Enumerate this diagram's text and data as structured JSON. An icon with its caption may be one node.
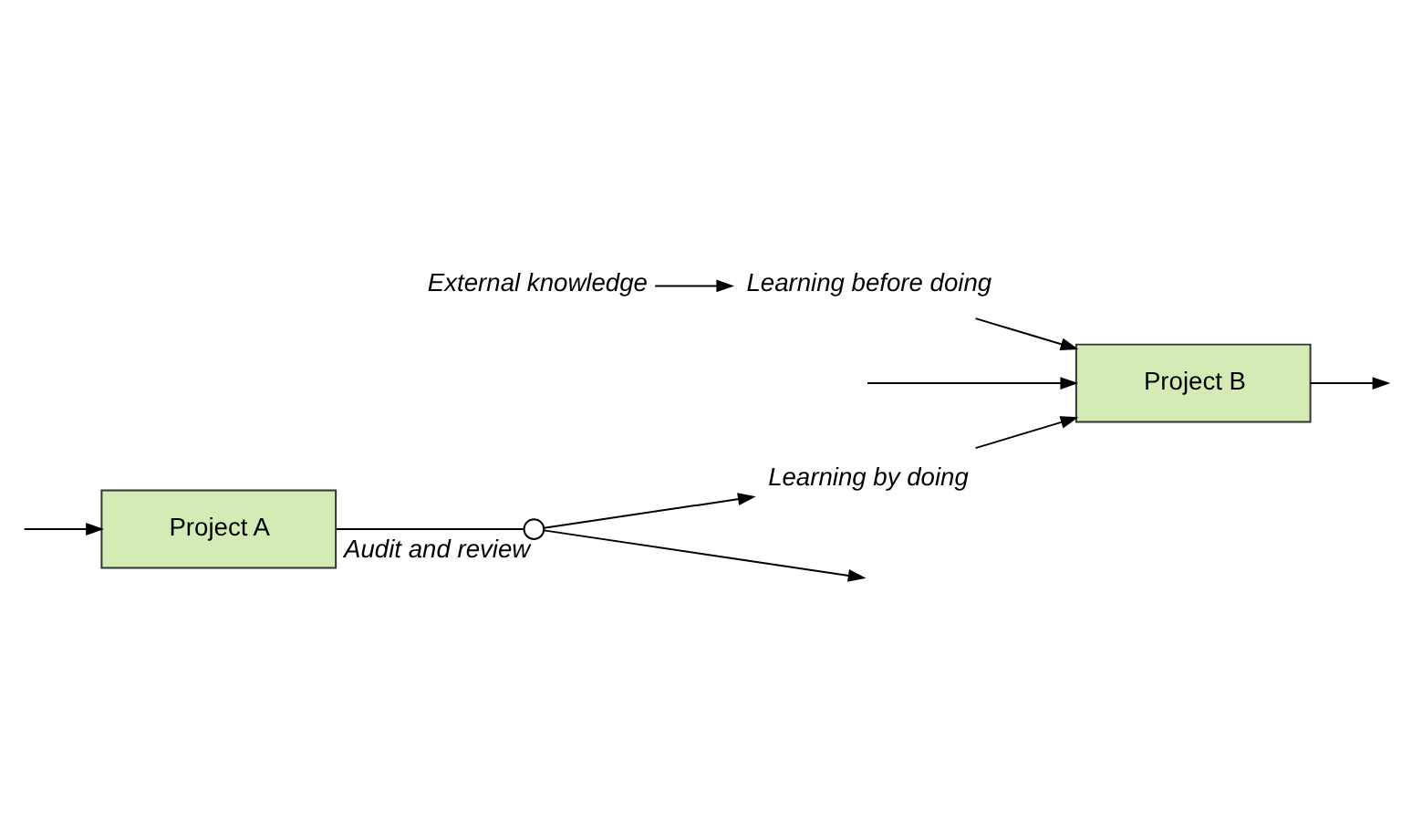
{
  "diagram": {
    "nodes": [
      {
        "text": [
          "Project A"
        ]
      },
      {
        "text": [],
        "shape": "circle",
        "beside": [
          "Audit and review"
        ]
      },
      {
        "text": [
          "Learning by doing"
        ]
      },
      {
        "text": [
          "Project B"
        ]
      },
      {
        "text": [
          "Learning before doing"
        ]
      },
      {
        "text": [
          "External knowledge"
        ]
      }
    ],
    "edges": [
      {
        "from": null,
        "to": 0,
        "arrow": "to"
      },
      {
        "from": 0,
        "to": 1,
        "arrow": "none"
      },
      {
        "from": 1,
        "to": null,
        "arrow": "to"
      },
      {
        "from": 1,
        "to": 2,
        "arrow": "to"
      },
      {
        "from": 2,
        "to": 3,
        "arrow": "to"
      },
      {
        "from": null,
        "to": 3,
        "arrow": "to"
      },
      {
        "from": 4,
        "to": 3,
        "arrow": "to"
      },
      {
        "from": 3,
        "to": null,
        "arrow": "to"
      },
      {
        "from": 5,
        "to": 4,
        "arrow": "to"
      }
    ]
  }
}
